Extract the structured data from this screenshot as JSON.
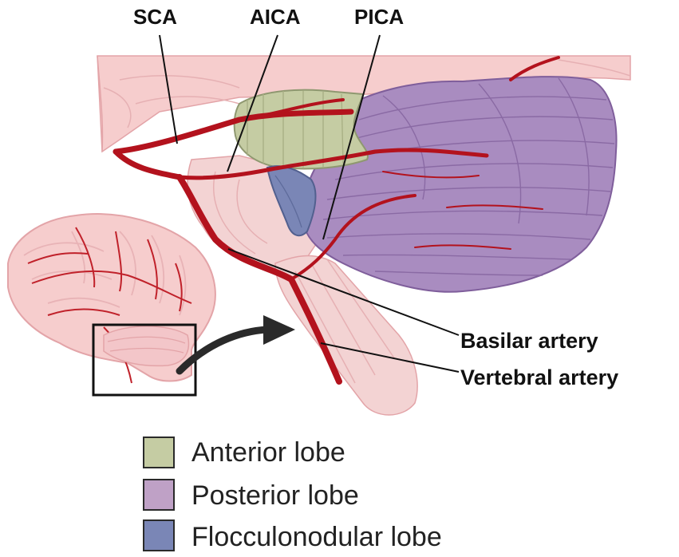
{
  "labels": {
    "sca": "SCA",
    "aica": "AICA",
    "pica": "PICA",
    "basilar": "Basilar artery",
    "vertebral": "Vertebral artery"
  },
  "legend": [
    {
      "label": "Anterior lobe",
      "color": "#c5cca3"
    },
    {
      "label": "Posterior lobe",
      "color": "#bfa1c6"
    },
    {
      "label": "Flocculonodular lobe",
      "color": "#7a86b6"
    }
  ],
  "colors": {
    "brain_pink": "#f6cdcd",
    "brain_outline": "#e3a4a8",
    "artery_red": "#b3121d",
    "anterior_lobe": "#c5cca3",
    "posterior_lobe": "#a98cc0",
    "flocculonodular_lobe": "#7a86b6",
    "brainstem": "#f3d3d3"
  },
  "icons": {
    "inset_brain": "brain-side-view-icon",
    "arrow": "curved-arrow-icon"
  }
}
